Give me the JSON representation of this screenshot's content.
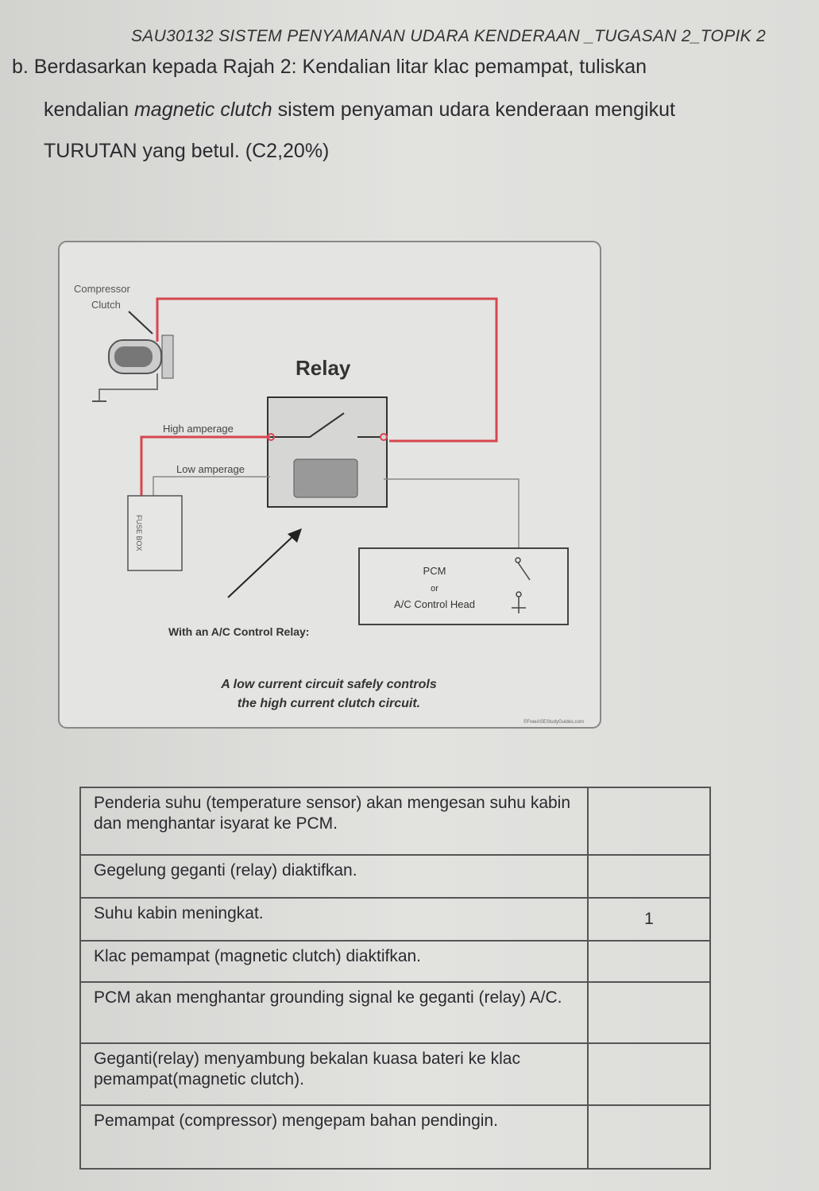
{
  "header": "SAU30132 SISTEM PENYAMANAN UDARA KENDERAAN _TUGASAN 2_TOPIK 2",
  "question": {
    "line1": "b. Berdasarkan kepada Rajah 2: Kendalian litar klac pemampat, tuliskan",
    "line2_a": "kendalian ",
    "line2_i": "magnetic clutch",
    "line2_b": " sistem penyaman udara kenderaan mengikut",
    "line3": "TURUTAN yang betul. (C2,20%)"
  },
  "diagram": {
    "compressor_label": "Compressor",
    "clutch_label": "Clutch",
    "relay_title": "Relay",
    "high_amp": "High amperage",
    "low_amp": "Low amperage",
    "fuse_box": "FUSE BOX",
    "pcm": "PCM",
    "or": "or",
    "ac_head": "A/C Control Head",
    "with_relay": "With an A/C Control Relay:",
    "caption1": "A low current circuit safely controls",
    "caption2": "the high current clutch circuit.",
    "credit": "©FreeASEStudyGuides.com",
    "colors": {
      "high": "#d8464f",
      "low": "#8a8a8a"
    }
  },
  "table": {
    "rows": [
      {
        "text": "Penderia suhu (temperature sensor) akan mengesan suhu kabin dan menghantar isyarat ke PCM.",
        "order": ""
      },
      {
        "text": "Gegelung geganti (relay) diaktifkan.",
        "order": ""
      },
      {
        "text": "Suhu kabin meningkat.",
        "order": "1"
      },
      {
        "text": "Klac pemampat (magnetic clutch) diaktifkan.",
        "order": ""
      },
      {
        "text": "PCM akan menghantar grounding signal ke geganti (relay) A/C.",
        "order": ""
      },
      {
        "text": "Geganti(relay) menyambung bekalan kuasa bateri ke klac pemampat(magnetic clutch).",
        "order": ""
      },
      {
        "text": "Pemampat (compressor) mengepam bahan pendingin.",
        "order": ""
      }
    ]
  }
}
